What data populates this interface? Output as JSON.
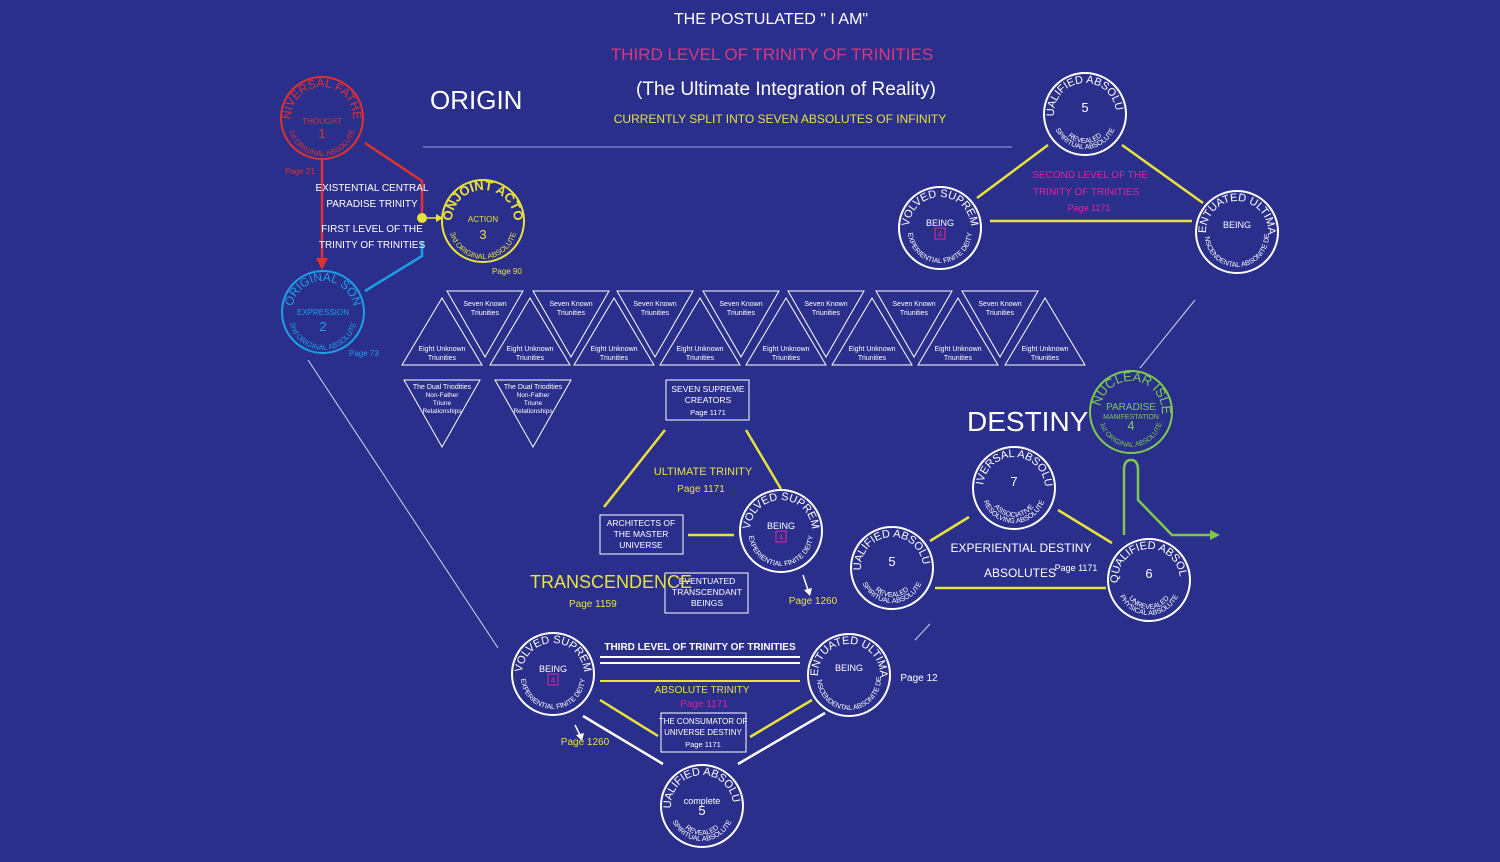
{
  "header": {
    "line1": "THE POSTULATED  \" I AM\"",
    "line2": "THIRD LEVEL OF TRINITY OF TRINITIES",
    "line3": "(The Ultimate Integration of Reality)",
    "line4": "CURRENTLY SPLIT  INTO SEVEN ABSOLUTES OF INFINITY"
  },
  "sections": {
    "origin": "ORIGIN",
    "destiny": "DESTINY",
    "transcendence": "TRANSCENDENCE",
    "transcendence_page": "Page 1159"
  },
  "colors": {
    "bg": "#2b2f8c",
    "red": "#e0312f",
    "blue": "#1f9ee6",
    "yellow": "#e8e23a",
    "green": "#7ec850",
    "magenta": "#e0249e",
    "pink": "#d9387f",
    "white": "#ffffff"
  },
  "first_level": {
    "father": {
      "arc": "UNIVERSAL FATHER",
      "mid": "THOUGHT",
      "num": "1",
      "bottom": "1st ORIGINAL ABSOLUTE",
      "page": "Page 21"
    },
    "son": {
      "arc": "ORIGINAL SON",
      "mid": "EXPRESSION",
      "num": "2",
      "bottom": "2nd ORIGINAL ABSOLUTE",
      "page": "Page 73"
    },
    "actor": {
      "arc": "CONJOINT ACTOR",
      "mid": "ACTION",
      "num": "3",
      "bottom": "3rd ORIGINAL ABSOLUTE",
      "page": "Page 90"
    },
    "label1": "EXISTENTIAL CENTRAL",
    "label2": "PARADISE TRINITY",
    "label3": "FIRST LEVEL OF THE",
    "label4": "TRINITY OF TRINITIES"
  },
  "triunities": {
    "known": [
      "Seven Known",
      "Triunities"
    ],
    "unknown": [
      "Eight Unknown",
      "Triunities"
    ],
    "triodities": [
      "The Dual Triodities",
      "Non-Father",
      "Triune",
      "Relationships"
    ]
  },
  "second_level": {
    "title1": "SECOND LEVEL OF THE",
    "title2": "TRINITY OF TRINITIES",
    "page": "Page 1171",
    "qualified": {
      "arc": "QUALIFIED ABSOLUTE",
      "num": "5",
      "bottom1": "REVEALED",
      "bottom2": "SPIRITUAL ABSOLUTE"
    },
    "supreme": {
      "arc": "EVOLVED SUPREME",
      "mid": "BEING",
      "num": "4",
      "bottom": "EXPERIENTIAL FINITE DEITY"
    },
    "ultimate": {
      "arc": "EVENTUATED ULTIMATE",
      "mid": "BEING",
      "bottom": "TRANSCENDENTAL ABSONITE DEITY"
    }
  },
  "ultimate_trinity": {
    "creators": [
      "SEVEN SUPREME",
      "CREATORS",
      "Page 1171"
    ],
    "title": "ULTIMATE TRINITY",
    "page": "Page 1171",
    "architects": [
      "ARCHITECTS OF",
      "THE MASTER",
      "UNIVERSE"
    ],
    "beings": [
      "EVENTUATED",
      "TRANSCENDANT",
      "BEINGS"
    ],
    "supreme_page": "Page 1260"
  },
  "destiny": {
    "universal": {
      "arc": "UNIVERSAL ABSOLUTE",
      "num": "7",
      "bottom1": "ASSOCIATIVE",
      "bottom2": "RESOLVING ABSOLUTE"
    },
    "qualified": {
      "arc": "QUALIFIED ABSOLUTE",
      "num": "5",
      "bottom1": "REVEALED",
      "bottom2": "SPIRITUAL ABSOLUTE"
    },
    "unqualified": {
      "arc": "UNQUALIFIED ABSOLUTE",
      "num": "6",
      "bottom1": "UNREVEALED",
      "bottom2": "PHYSICAL ABSOLUTE"
    },
    "isle": {
      "arc": "THE NUCLEAR ISLE OF",
      "mid": "PARADISE",
      "mid2": "MANIFESTATION",
      "num": "4",
      "bottom": "1st ORIGINAL ABSOLUTE"
    },
    "label1": "EXPERIENTIAL DESTINY",
    "label2": "ABSOLUTES",
    "page": "Page 1171"
  },
  "third_level": {
    "title": "THIRD LEVEL OF TRINITY OF TRINITIES",
    "absolute": "ABSOLUTE TRINITY",
    "page": "Page 1171",
    "consumator": [
      "THE CONSUMATOR OF",
      "UNIVERSE DESTINY",
      "Page 1171"
    ],
    "page12": "Page 12",
    "page1260": "Page 1260",
    "qualified_complete": {
      "arc": "QUALIFIED ABSOLUTE",
      "mid": "complete",
      "num": "5",
      "bottom1": "REVEALED",
      "bottom2": "SPIRITUAL ABSOLUTE"
    }
  }
}
